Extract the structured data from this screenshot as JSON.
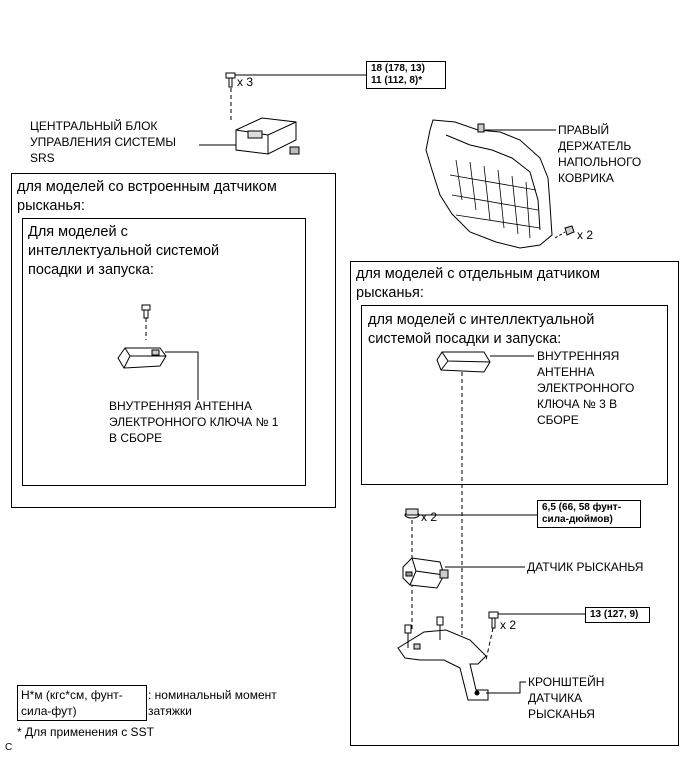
{
  "torque_top": {
    "line1": "18 (178, 13)",
    "line2": "11 (112, 8)*"
  },
  "qty_top_bolts": "x 3",
  "srs_label": {
    "l1": "ЦЕНТРАЛЬНЫЙ БЛОК",
    "l2": "УПРАВЛЕНИЯ СИСТЕМЫ",
    "l3": "SRS"
  },
  "holder_label": {
    "l1": "ПРАВЫЙ",
    "l2": "ДЕРЖАТЕЛЬ",
    "l3": "НАПОЛЬНОГО",
    "l4": "КОВРИКА"
  },
  "qty_clips": "x 2",
  "left_box": {
    "heading_l1": "для моделей со встроенным датчиком",
    "heading_l2": "рысканья:",
    "inner_heading_l1": "Для моделей с",
    "inner_heading_l2": "интеллектуальной системой",
    "inner_heading_l3": "посадки и запуска:",
    "antenna_l1": "ВНУТРЕННЯЯ АНТЕННА",
    "antenna_l2": "ЭЛЕКТРОННОГО КЛЮЧА № 1",
    "antenna_l3": "В СБОРЕ"
  },
  "right_box": {
    "heading_l1": "для моделей с отдельным датчиком",
    "heading_l2": "рысканья:",
    "inner_heading_l1": "для моделей с интеллектуальной",
    "inner_heading_l2": "системой посадки и запуска:",
    "antenna_l1": "ВНУТРЕННЯЯ",
    "antenna_l2": "АНТЕННА",
    "antenna_l3": "ЭЛЕКТРОННОГО",
    "antenna_l4": "КЛЮЧА № 3 В",
    "antenna_l5": "СБОРЕ",
    "qty_nuts": "x 2",
    "torque_nuts_l1": "6,5 (66, 58 фунт-",
    "torque_nuts_l2": "сила-дюймов)",
    "sensor_label": "ДАТЧИК РЫСКАНЬЯ",
    "qty_bolts": "x 2",
    "torque_bolts": "13 (127, 9)",
    "bracket_l1": "КРОНШТЕЙН",
    "bracket_l2": "ДАТЧИКА",
    "bracket_l3": "РЫСКАНЬЯ"
  },
  "legend": {
    "unit_l1": "Н*м (кгс*см, фунт-",
    "unit_l2": "сила-фут)",
    "desc_l1": ": номинальный момент",
    "desc_l2": "затяжки",
    "sst_note": "* Для применения с SST"
  },
  "corner_mark": "C"
}
